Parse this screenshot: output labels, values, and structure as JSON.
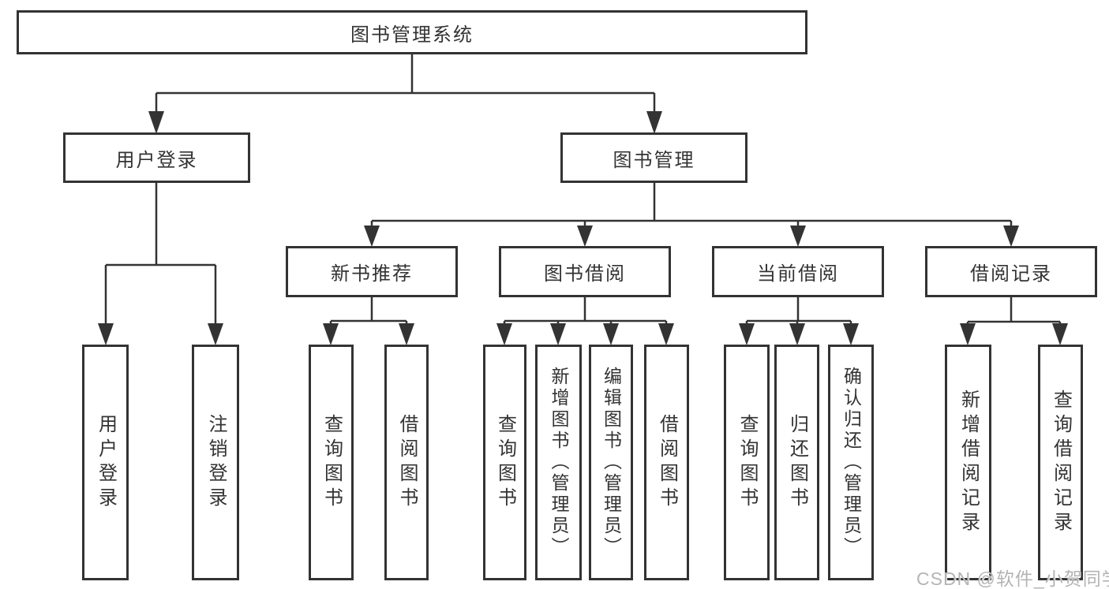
{
  "tree": {
    "root": {
      "label": "图书管理系统"
    },
    "children": [
      {
        "label": "用户登录",
        "children": [
          {
            "label": "用户登录"
          },
          {
            "label": "注销登录"
          }
        ]
      },
      {
        "label": "图书管理",
        "children": [
          {
            "label": "新书推荐",
            "children": [
              {
                "label": "查询图书"
              },
              {
                "label": "借阅图书"
              }
            ]
          },
          {
            "label": "图书借阅",
            "children": [
              {
                "label": "查询图书"
              },
              {
                "label": "新增图书（管理员）"
              },
              {
                "label": "编辑图书（管理员）"
              },
              {
                "label": "借阅图书"
              }
            ]
          },
          {
            "label": "当前借阅",
            "children": [
              {
                "label": "查询图书"
              },
              {
                "label": "归还图书"
              },
              {
                "label": "确认归还（管理员）"
              }
            ]
          },
          {
            "label": "借阅记录",
            "children": [
              {
                "label": "新增借阅记录"
              },
              {
                "label": "查询借阅记录"
              }
            ]
          }
        ]
      }
    ]
  },
  "watermark": "CSDN @软件_小贺同学",
  "colors": {
    "line": "#333333",
    "box_border": "#333333",
    "text": "#333333",
    "watermark": "#b4b4b4",
    "background": "#ffffff"
  }
}
